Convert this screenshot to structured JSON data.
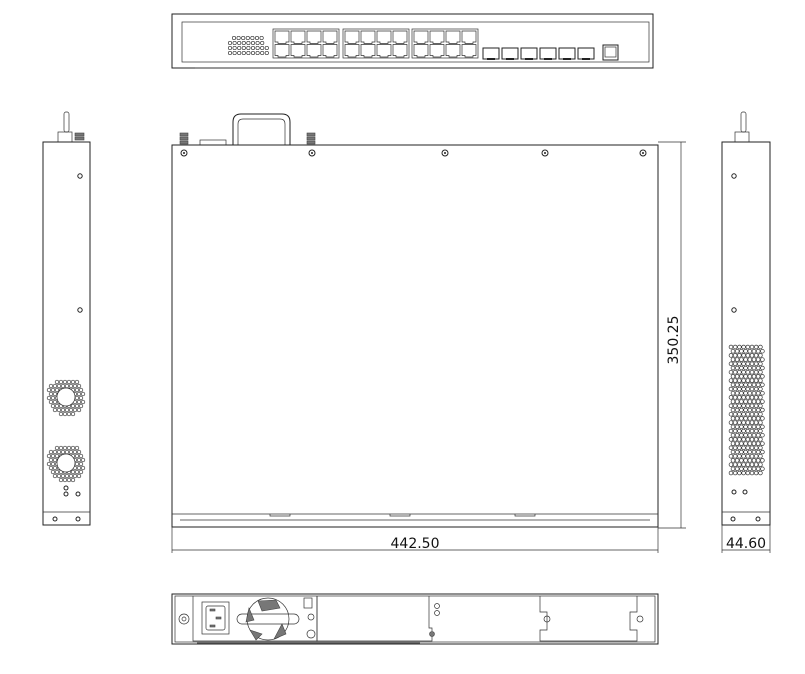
{
  "drawing": {
    "dimensions": {
      "width": "442.50",
      "depth": "350.25",
      "height": "44.60"
    },
    "front_view": {
      "rj45_groups": 3,
      "rj45_per_group": 8,
      "sfp_ports": 6,
      "console_ports": 1
    },
    "colors": {
      "line": "#222222",
      "background": "#ffffff"
    }
  }
}
